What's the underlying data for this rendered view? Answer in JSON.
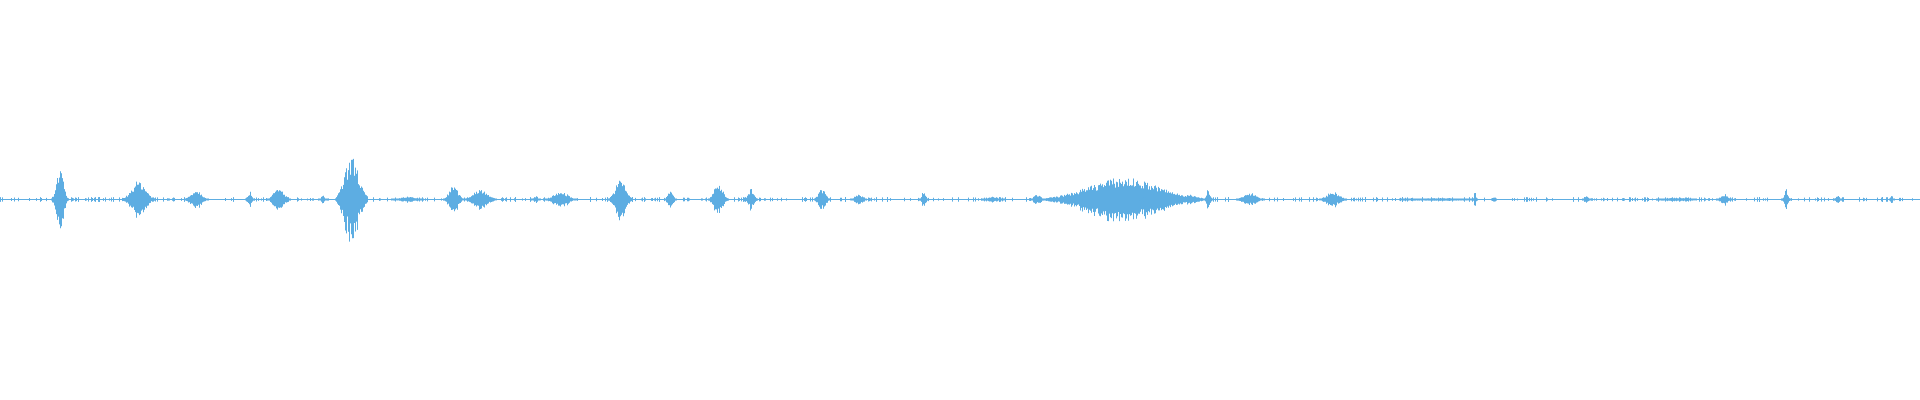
{
  "chart_data": {
    "type": "area",
    "description_kind": "audio-waveform",
    "color": "#5dade2",
    "background": "#ffffff",
    "grid": false,
    "axes_visible": false,
    "amplitude_range": [
      -1,
      1
    ],
    "time_range": [
      0,
      1
    ],
    "bursts": [
      {
        "t": 0.031,
        "amp": 0.15,
        "dur": 0.004
      },
      {
        "t": 0.072,
        "amp": 0.095,
        "dur": 0.008
      },
      {
        "t": 0.102,
        "amp": 0.05,
        "dur": 0.006
      },
      {
        "t": 0.13,
        "amp": 0.04,
        "dur": 0.002
      },
      {
        "t": 0.145,
        "amp": 0.055,
        "dur": 0.006
      },
      {
        "t": 0.168,
        "amp": 0.02,
        "dur": 0.002
      },
      {
        "t": 0.183,
        "amp": 0.215,
        "dur": 0.008
      },
      {
        "t": 0.212,
        "amp": 0.015,
        "dur": 0.008
      },
      {
        "t": 0.236,
        "amp": 0.07,
        "dur": 0.005
      },
      {
        "t": 0.25,
        "amp": 0.055,
        "dur": 0.008
      },
      {
        "t": 0.279,
        "amp": 0.02,
        "dur": 0.002
      },
      {
        "t": 0.292,
        "amp": 0.04,
        "dur": 0.008
      },
      {
        "t": 0.323,
        "amp": 0.1,
        "dur": 0.006
      },
      {
        "t": 0.349,
        "amp": 0.045,
        "dur": 0.003
      },
      {
        "t": 0.374,
        "amp": 0.08,
        "dur": 0.005
      },
      {
        "t": 0.391,
        "amp": 0.055,
        "dur": 0.003
      },
      {
        "t": 0.428,
        "amp": 0.055,
        "dur": 0.004
      },
      {
        "t": 0.447,
        "amp": 0.03,
        "dur": 0.004
      },
      {
        "t": 0.481,
        "amp": 0.05,
        "dur": 0.002
      },
      {
        "t": 0.517,
        "amp": 0.015,
        "dur": 0.006
      },
      {
        "t": 0.54,
        "amp": 0.025,
        "dur": 0.004
      },
      {
        "t": 0.549,
        "amp": 0.012,
        "dur": 0.008
      },
      {
        "t": 0.585,
        "amp": 0.11,
        "dur": 0.04
      },
      {
        "t": 0.604,
        "amp": 0.05,
        "dur": 0.012
      },
      {
        "t": 0.62,
        "amp": 0.025,
        "dur": 0.008
      },
      {
        "t": 0.629,
        "amp": 0.05,
        "dur": 0.002
      },
      {
        "t": 0.651,
        "amp": 0.035,
        "dur": 0.007
      },
      {
        "t": 0.694,
        "amp": 0.04,
        "dur": 0.007
      },
      {
        "t": 0.749,
        "amp": 0.008,
        "dur": 0.02
      },
      {
        "t": 0.768,
        "amp": 0.05,
        "dur": 0.001
      },
      {
        "t": 0.778,
        "amp": 0.015,
        "dur": 0.001
      },
      {
        "t": 0.826,
        "amp": 0.025,
        "dur": 0.002
      },
      {
        "t": 0.873,
        "amp": 0.01,
        "dur": 0.01
      },
      {
        "t": 0.898,
        "amp": 0.028,
        "dur": 0.004
      },
      {
        "t": 0.93,
        "amp": 0.055,
        "dur": 0.002
      },
      {
        "t": 0.957,
        "amp": 0.02,
        "dur": 0.002
      },
      {
        "t": 0.985,
        "amp": 0.03,
        "dur": 0.001
      }
    ]
  }
}
